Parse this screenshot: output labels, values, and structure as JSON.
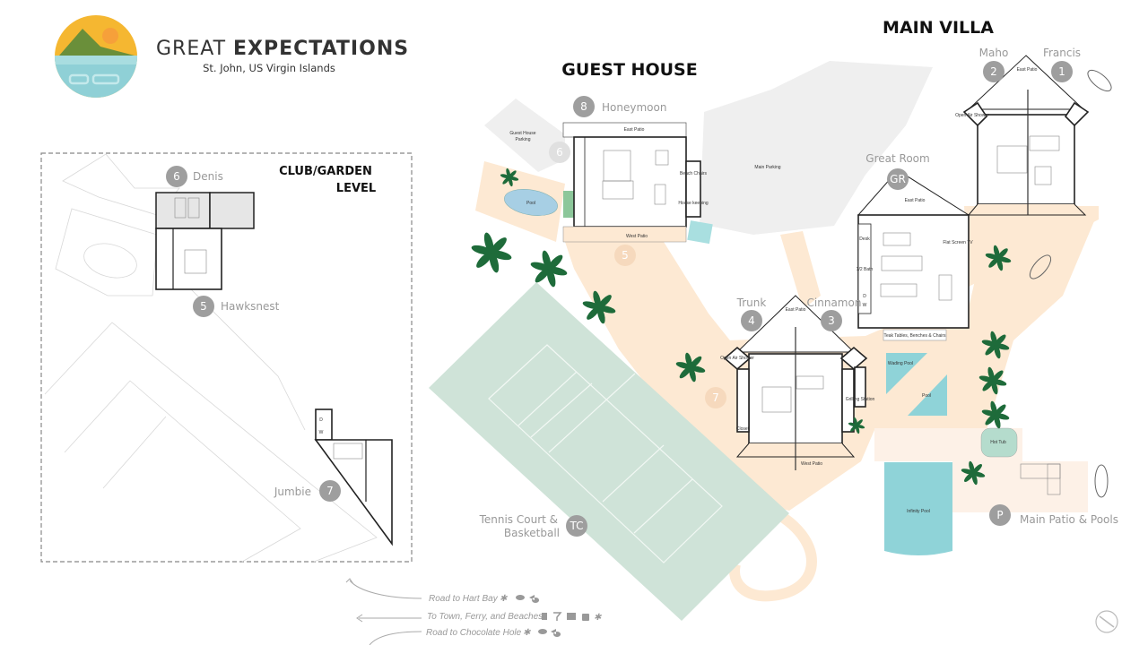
{
  "header": {
    "title_light": "GREAT",
    "title_bold": "EXPECTATIONS",
    "subtitle": "St. John, US Virgin Islands"
  },
  "headings": {
    "guest_house": "GUEST HOUSE",
    "main_villa": "MAIN VILLA",
    "club_line1": "CLUB/GARDEN",
    "club_line2": "LEVEL"
  },
  "markers": {
    "honeymoon": {
      "badge": "8",
      "label": "Honeymoon"
    },
    "maho": {
      "badge": "2",
      "label": "Maho"
    },
    "francis": {
      "badge": "1",
      "label": "Francis"
    },
    "great_room": {
      "badge": "GR",
      "label": "Great Room"
    },
    "trunk": {
      "badge": "4",
      "label": "Trunk"
    },
    "cinnamon": {
      "badge": "3",
      "label": "Cinnamon"
    },
    "denis": {
      "badge": "6",
      "label": "Denis"
    },
    "hawksnest": {
      "badge": "5",
      "label": "Hawksnest"
    },
    "jumbie": {
      "badge": "7",
      "label": "Jumbie"
    },
    "tennis": {
      "badge": "TC",
      "label_line1": "Tennis Court &",
      "label_line2": "Basketball"
    },
    "main_patio": {
      "badge": "P",
      "label": "Main Patio & Pools"
    },
    "ghost_6": {
      "badge": "6"
    },
    "ghost_5": {
      "badge": "5"
    },
    "ghost_7": {
      "badge": "7"
    }
  },
  "labels": {
    "east_patio": "East Patio",
    "west_patio": "West Patio",
    "pool": "Pool",
    "guest_parking_1": "Guest House",
    "guest_parking_2": "Parking",
    "main_parking": "Main Parking",
    "beach_chairs": "Beach Chairs",
    "housekeeping": "House keeping",
    "closet": "Closet",
    "open_air_shower": "Open Air Shower",
    "wading_pool": "Wading Pool",
    "infinity_pool": "Infinity Pool",
    "hot_tub": "Hot Tub",
    "teak": "Teak Tables, Benches & Chairs",
    "flat_screen": "Flat Screen TV",
    "desk": "Desk",
    "half_bath": "1/2 Bath",
    "grilling": "Grilling Station",
    "washer": "W",
    "dryer": "D"
  },
  "roads": [
    {
      "label": "Road to Hart Bay",
      "icons": [
        "palm-icon",
        "turtle-icon",
        "fish-icon"
      ]
    },
    {
      "label": "To Town, Ferry, and Beaches",
      "icons": [
        "dining-icon",
        "cocktail-icon",
        "shop-icon",
        "bag-icon",
        "palm-icon"
      ]
    },
    {
      "label": "Road to Chocolate Hole",
      "icons": [
        "palm-icon",
        "turtle-icon",
        "fish-icon"
      ]
    }
  ],
  "colors": {
    "logo_sky": "#f5b731",
    "logo_sun": "#f6a03a",
    "logo_hill": "#6a8f3a",
    "logo_water": "#8fd0d6",
    "path": "#fde9d3",
    "court": "#cfe3d8",
    "water": "#8fd3d8",
    "palm": "#1e6b3a",
    "badge": "#9e9e9e"
  }
}
